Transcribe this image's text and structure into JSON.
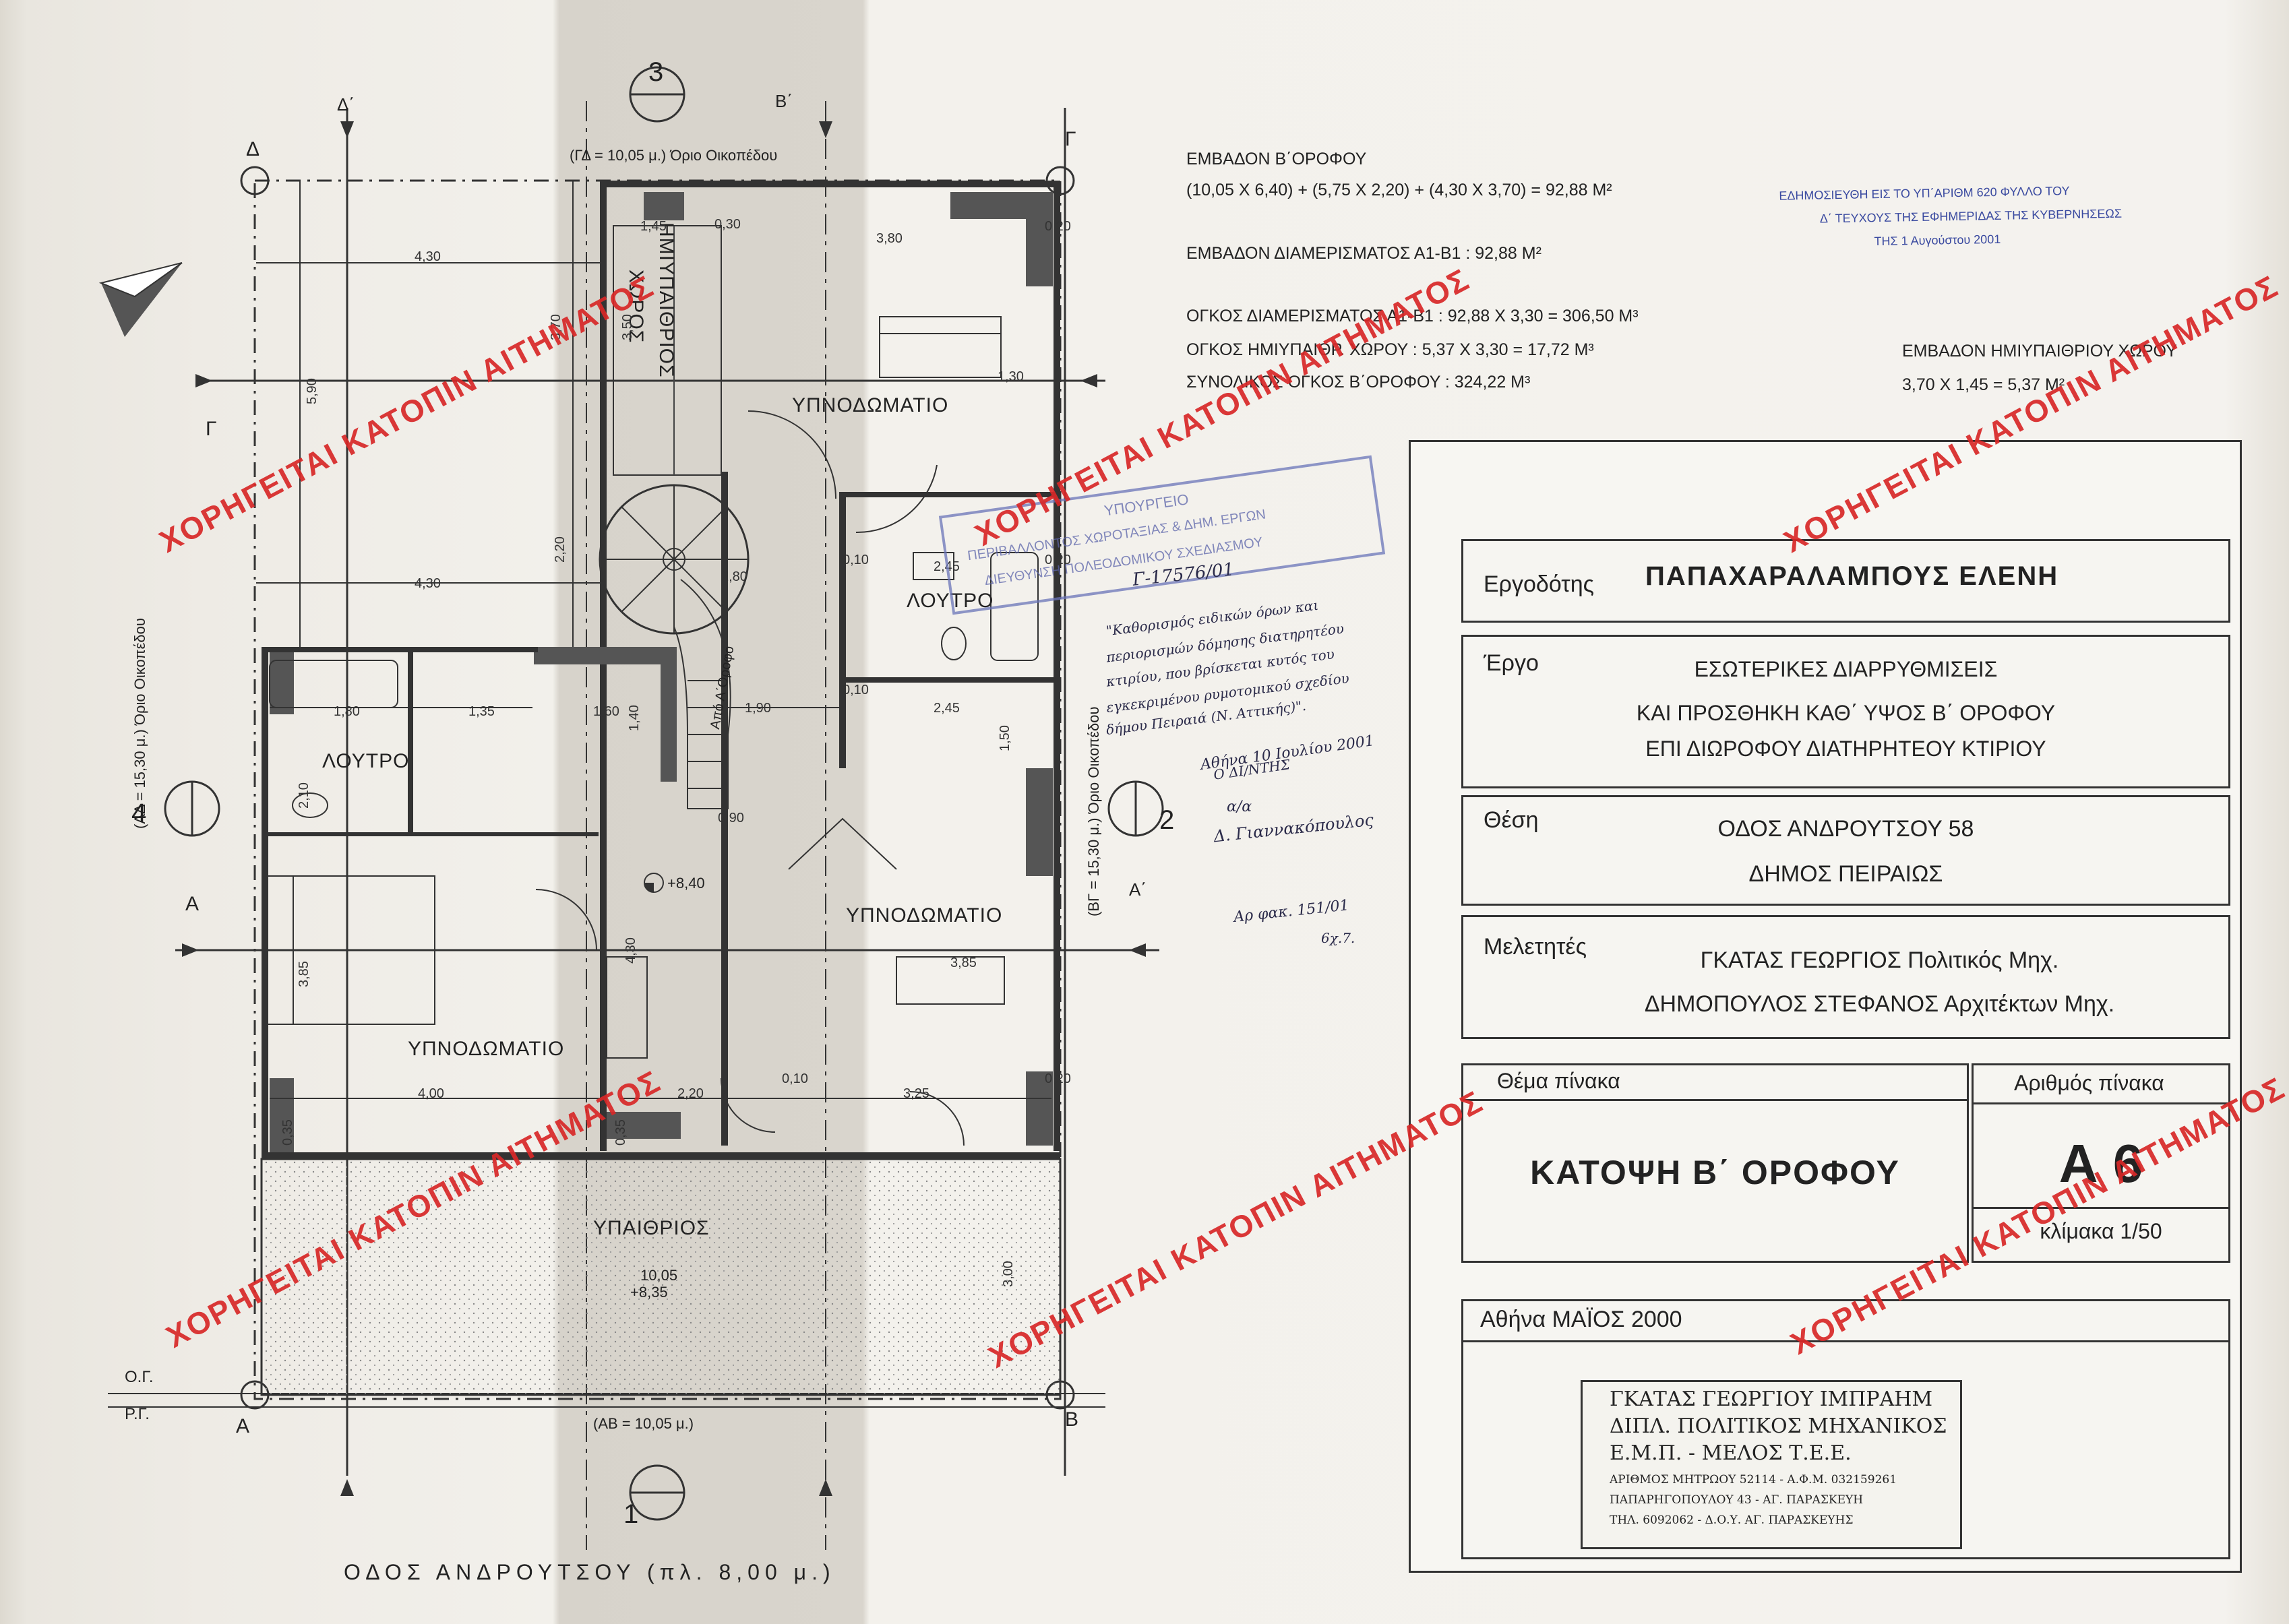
{
  "areas": {
    "floor_area_title": "ΕΜΒΑΔΟΝ Β΄ΟΡΟΦΟΥ",
    "floor_area_formula": "(10,05 Χ 6,40) + (5,75 Χ 2,20) + (4,30 Χ 3,70) = 92,88 Μ²",
    "apartment_area": "ΕΜΒΑΔΟΝ ΔΙΑΜΕΡΙΣΜΑΤΟΣ Α1-Β1 : 92,88 Μ²",
    "apartment_volume": "ΟΓΚΟΣ ΔΙΑΜΕΡΙΣΜΑΤΟΣ Α1-Β1 : 92,88 Χ 3,30 = 306,50 Μ³",
    "semi_open_volume": "ΟΓΚΟΣ ΗΜΙΥΠΑΙΘΡ. ΧΩΡΟΥ : 5,37 Χ 3,30 = 17,72 Μ³",
    "total_volume": "ΣΥΝΟΛΙΚΟΣ ΟΓΚΟΣ Β΄ΟΡΟΦΟΥ : 324,22 Μ³",
    "semi_open_area_title": "ΕΜΒΑΔΟΝ ΗΜΙΥΠΑΙΘΡΙΟΥ ΧΩΡΟΥ",
    "semi_open_area_value": "3,70 Χ 1,45 = 5,37 Μ²"
  },
  "gazette_stamp": {
    "line1": "ΕΔΗΜΟΣΙΕΥΘΗ ΕΙΣ ΤΟ ΥΠ΄ΑΡΙΘΜ 620 ΦΥΛΛΟ ΤΟΥ",
    "line2": "Δ΄ ΤΕΥΧΟΥΣ ΤΗΣ ΕΦΗΜΕΡΙΔΑΣ ΤΗΣ ΚΥΒΕΡΝΗΣΕΩΣ",
    "line3": "ΤΗΣ 1 Αυγούστου 2001"
  },
  "title_block": {
    "owner_label": "Εργοδότης",
    "owner_value": "ΠΑΠΑΧΑΡΑΛΑΜΠΟΥΣ ΕΛΕΝΗ",
    "project_label": "Έργο",
    "project_line1": "ΕΣΩΤΕΡΙΚΕΣ ΔΙΑΡΡΥΘΜΙΣΕΙΣ",
    "project_line2": "ΚΑΙ ΠΡΟΣΘΗΚΗ ΚΑΘ΄ ΥΨΟΣ Β΄ ΟΡΟΦΟΥ",
    "project_line3": "ΕΠΙ ΔΙΩΡΟΦΟΥ ΔΙΑΤΗΡΗΤΕΟΥ ΚΤΙΡΙΟΥ",
    "location_label": "Θέση",
    "location_line1": "ΟΔΟΣ ΑΝΔΡΟΥΤΣΟΥ 58",
    "location_line2": "ΔΗΜΟΣ ΠΕΙΡΑΙΩΣ",
    "designers_label": "Μελετητές",
    "designer1": "ΓΚΑΤΑΣ ΓΕΩΡΓΙΟΣ Πολιτικός Μηχ.",
    "designer2": "ΔΗΜΟΠΟΥΛΟΣ ΣΤΕΦΑΝΟΣ Αρχιτέκτων Μηχ.",
    "subject_label": "Θέμα πίνακα",
    "subject_value": "ΚΑΤΟΨΗ Β΄ ΟΡΟΦΟΥ",
    "sheet_no_label": "Αριθμός πίνακα",
    "sheet_no_value": "Α 6",
    "scale": "κλίμακα 1/50",
    "date": "Αθήνα ΜΑΪΟΣ 2000"
  },
  "engineer_stamp": {
    "line1": "ΓΚΑΤΑΣ ΓΕΩΡΓΙΟΥ ΙΜΠΡΑΗΜ",
    "line2": "ΔΙΠΛ. ΠΟΛΙΤΙΚΟΣ ΜΗΧΑΝΙΚΟΣ",
    "line3": "Ε.Μ.Π. - ΜΕΛΟΣ Τ.Ε.Ε.",
    "line4": "ΑΡΙΘΜΟΣ ΜΗΤΡΩΟΥ 52114 - Α.Φ.Μ. 032159261",
    "line5": "ΠΑΠΑΡΗΓΟΠΟΥΛΟΥ 43 - ΑΓ. ΠΑΡΑΣΚΕΥΗ",
    "line6": "ΤΗΛ. 6092062 - Δ.Ο.Υ. ΑΓ. ΠΑΡΑΣΚΕΥΗΣ"
  },
  "ministry_stamp": {
    "line1": "ΥΠΟΥΡΓΕΙΟ",
    "line2": "ΠΕΡΙΒΑΛΛΟΝΤΟΣ ΧΩΡΟΤΑΞΙΑΣ & ΔΗΜ. ΕΡΓΩΝ",
    "line3": "ΔΙΕΥΘΥΝΣΗ ΠΟΛΕΟΔΟΜΙΚΟΥ ΣΧΕΔΙΑΣΜΟΥ"
  },
  "handwritten": {
    "ref": "Γ-17576/01",
    "note1": "\"Καθορισμός ειδικών όρων και",
    "note2": "περιορισμών δόμησης διατηρητέου",
    "note3": "κτιρίου, που βρίσκεται κυτός του",
    "note4": "εγκεκριμένου ρυμοτομικού σχεδίου",
    "note5": "δήμου Πειραιά (Ν. Αττικής)\".",
    "date_line": "Αθήνα 10 Ιουλίου 2001",
    "director": "Ο ΔΙ/ΝΤΗΣ",
    "for": "α/α",
    "signer": "Δ. Γιαννακόπουλος",
    "protocol1": "Αρ φακ. 151/01",
    "protocol2": "6χ.7."
  },
  "red_stamp_text": "ΧΟΡΗΓΕΙΤΑΙ ΚΑΤΟΠΙΝ ΑΙΤΗΜΑΤΟΣ",
  "plan": {
    "boundary_top": "(ΓΔ = 10,05 μ.) Όριο Οικοπέδου",
    "boundary_left": "(ΑΔ = 15,30 μ.) Όριο Οικοπέδου",
    "boundary_right": "(ΒΓ = 15,30 μ.) Όριο Οικοπέδου",
    "boundary_bottom": "(ΑΒ = 10,05 μ.)",
    "street": "ΟΔΟΣ ΑΝΔΡΟΥΤΣΟΥ (πλ. 8,00 μ.)",
    "og": "Ο.Γ.",
    "rg": "Ρ.Γ.",
    "rooms": {
      "semi_open_1": "ΗΜΙΥΠΑΙΘΡΙΟΣ",
      "semi_open_2": "ΧΩΡΟΣ",
      "bedroom_top": "ΥΠΝΟΔΩΜΑΤΙΟ",
      "bath_center": "ΛΟΥΤΡΟ",
      "bath_left": "ΛΟΥΤΡΟ",
      "bedroom_right": "ΥΠΝΟΔΩΜΑΤΙΟ",
      "bedroom_left": "ΥΠΝΟΔΩΜΑΤΙΟ",
      "open_space": "ΥΠΑΙΘΡΙΟΣ",
      "stair_label": "Από Α΄Οροφο"
    },
    "levels": {
      "hall": "+8,40",
      "open_area": "10,05",
      "open_level": "+8,35"
    },
    "section_marks": {
      "top": "3",
      "bottom": "1",
      "left": "4",
      "right": "2",
      "A": "Α",
      "A_prime": "Α΄",
      "B": "Β",
      "B_prime": "Β΄",
      "G": "Γ",
      "D": "Δ",
      "D_prime": "Δ΄"
    },
    "dims": {
      "d430a": "4,30",
      "d590": "5,90",
      "d370": "3,70",
      "d350": "3,50",
      "d145": "1,45",
      "d030": "0,30",
      "d380": "3,80",
      "d020a": "0,20",
      "d020b": "0,20",
      "d020c": "0,20",
      "d130": "1,30",
      "d220": "2,20",
      "d280": "2,80",
      "d430b": "4,30",
      "d245a": "2,45",
      "d010a": "0,10",
      "d010b": "0,10",
      "d190": "1,90",
      "d245b": "2,45",
      "d180": "1,80",
      "d135": "1,35",
      "d160": "1,60",
      "d140": "1,40",
      "d210": "2,10",
      "d090": "0,90",
      "d150": "1,50",
      "d385a": "3,85",
      "d385b": "3,85",
      "d430c": "4,30",
      "d400": "4,00",
      "d220b": "2,20",
      "d325": "3,25",
      "d035a": "0,35",
      "d035b": "0,35",
      "d300": "3,00",
      "d010c": "0,10"
    }
  },
  "colors": {
    "stamp_red": "#d82828",
    "ink_blue": "#3a4aa0",
    "line": "#222222"
  }
}
